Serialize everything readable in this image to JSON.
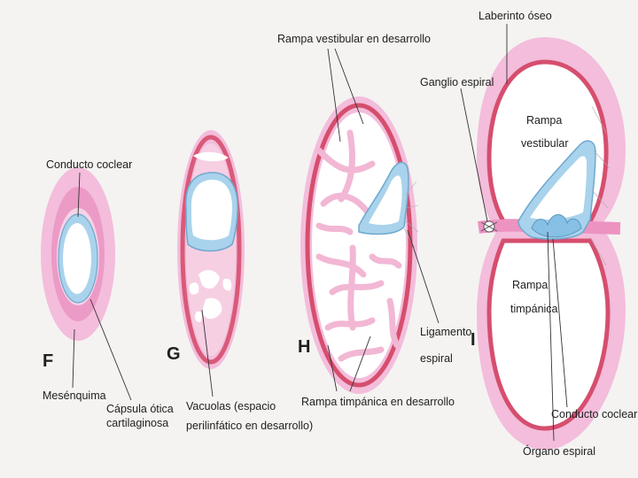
{
  "stages": {
    "f": "F",
    "g": "G",
    "h": "H",
    "i": "I"
  },
  "labels": {
    "conducto_coclear_f": "Conducto coclear",
    "mesenquima": "Mesénquima",
    "capsula_line1": "Cápsula ótica",
    "capsula_line2": "cartilaginosa",
    "vacuolas_line1": "Vacuolas (espacio",
    "vacuolas_line2": "perilinfático en desarrollo)",
    "rampa_vestibular_dev": "Rampa vestibular en desarrollo",
    "rampa_timpanica_dev": "Rampa timpánica en desarrollo",
    "ligamento_line1": "Ligamento",
    "ligamento_line2": "espiral",
    "laberinto_oseo": "Laberinto óseo",
    "ganglio_espiral": "Ganglio espiral",
    "rampa_vest_line1": "Rampa",
    "rampa_vest_line2": "vestibular",
    "rampa_timp_line1": "Rampa",
    "rampa_timp_line2": "timpánica",
    "conducto_coclear_i": "Conducto coclear",
    "organo_espiral": "Órgano espiral"
  },
  "colors": {
    "outer_pink": "#f2b5d6",
    "mid_pink": "#ec93c2",
    "red_band": "#d64e6e",
    "inner_pink": "#f6cfe3",
    "blue": "#a9d3ec",
    "blue_edge": "#6fa8cf",
    "white_space": "#ffffff"
  }
}
